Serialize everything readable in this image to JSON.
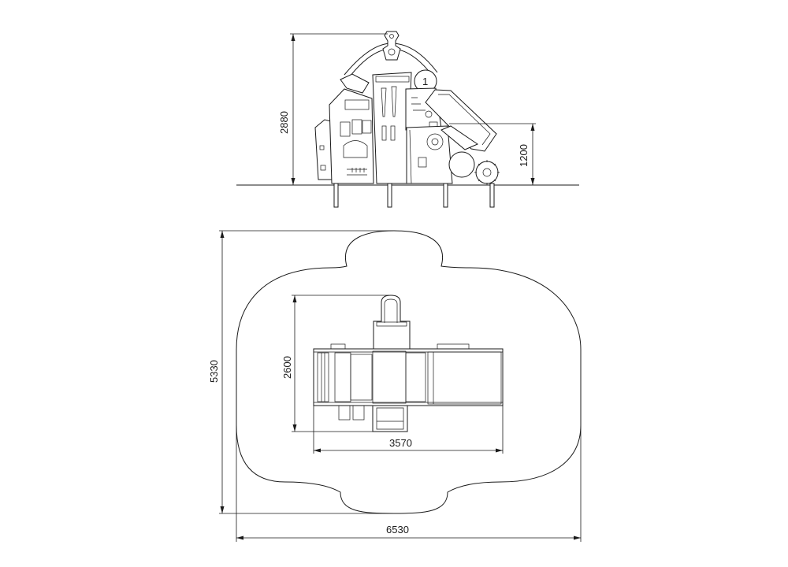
{
  "side_view": {
    "dimensions": {
      "total_height": "2880",
      "platform_height": "1200"
    },
    "decor": {
      "sign_number": "1"
    }
  },
  "plan_view": {
    "dimensions": {
      "zone_depth": "5330",
      "zone_width": "6530",
      "equipment_depth": "2600",
      "equipment_width": "3570"
    }
  }
}
